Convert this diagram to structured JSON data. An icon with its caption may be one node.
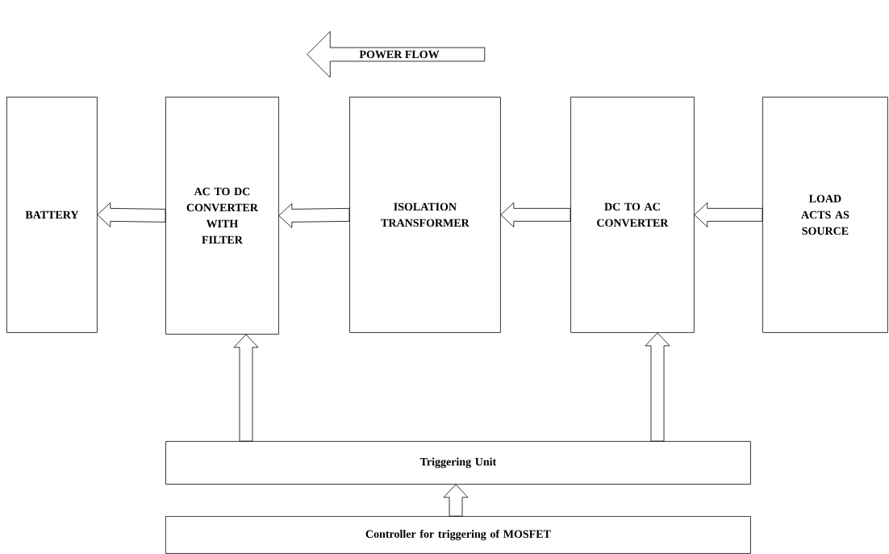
{
  "diagram": {
    "nodes": [
      {
        "text": [
          "BATTERY"
        ]
      },
      {
        "text": [
          "AC TO DC CONVERTER WITH FILTER"
        ]
      },
      {
        "text": [
          "ISOLATION TRANSFORMER"
        ]
      },
      {
        "text": [
          "DC TO AC CONVERTER"
        ]
      },
      {
        "text": [
          "LOAD ACTS AS SOURCE"
        ]
      },
      {
        "text": [
          "Triggering Unit"
        ]
      },
      {
        "text": [
          "Controller for triggering of MOSFET"
        ]
      },
      {
        "text": [
          "POWER FLOW"
        ]
      }
    ],
    "edges": [
      {
        "from": 4,
        "to": 3,
        "arrow": "to"
      },
      {
        "from": 3,
        "to": 2,
        "arrow": "to"
      },
      {
        "from": 2,
        "to": 1,
        "arrow": "to"
      },
      {
        "from": 1,
        "to": 0,
        "arrow": "to"
      },
      {
        "from": 5,
        "to": 1,
        "arrow": "to"
      },
      {
        "from": 5,
        "to": 3,
        "arrow": "to"
      },
      {
        "from": 6,
        "to": 5,
        "arrow": "to"
      }
    ]
  }
}
